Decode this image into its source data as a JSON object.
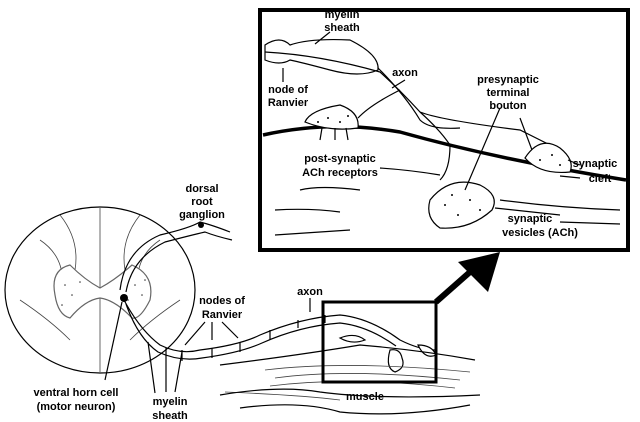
{
  "inset": {
    "myelin_sheath": [
      "myelin",
      "sheath"
    ],
    "axon": "axon",
    "node_of_ranvier": [
      "node of",
      "Ranvier"
    ],
    "presynaptic_terminal_bouton": [
      "presynaptic",
      "terminal",
      "bouton"
    ],
    "post_synaptic_receptors": [
      "post-synaptic",
      "ACh receptors"
    ],
    "synaptic_cleft": [
      "synaptic",
      "cleft"
    ],
    "synaptic_vesicles": [
      "synaptic",
      "vesicles (ACh)"
    ]
  },
  "overview": {
    "dorsal_root_ganglion": [
      "dorsal",
      "root",
      "ganglion"
    ],
    "axon": "axon",
    "nodes_of_ranvier": [
      "nodes of",
      "Ranvier"
    ],
    "ventral_horn_cell": [
      "ventral horn cell",
      "(motor neuron)"
    ],
    "myelin_sheath": [
      "myelin",
      "sheath"
    ],
    "muscle": "muscle"
  }
}
